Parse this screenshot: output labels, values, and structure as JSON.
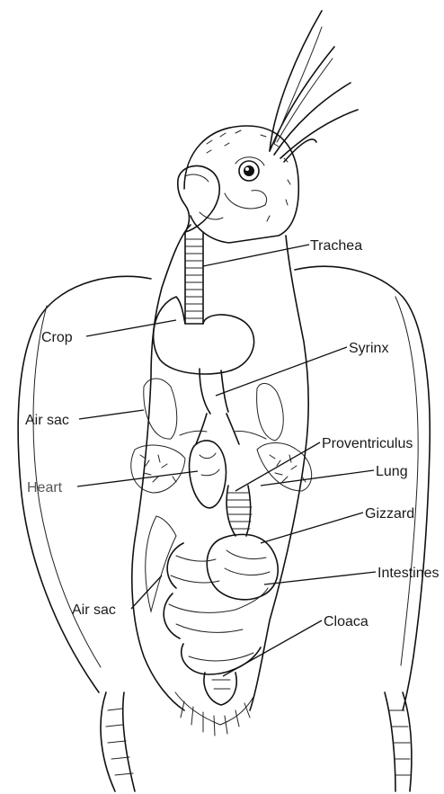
{
  "labels": {
    "trachea": "Trachea",
    "crop": "Crop",
    "syrinx": "Syrinx",
    "air_sac_upper": "Air sac",
    "proventriculus": "Proventriculus",
    "heart": "Heart",
    "lung": "Lung",
    "gizzard": "Gizzard",
    "air_sac_lower": "Air sac",
    "intestines": "Intestines",
    "cloaca": "Cloaca"
  }
}
